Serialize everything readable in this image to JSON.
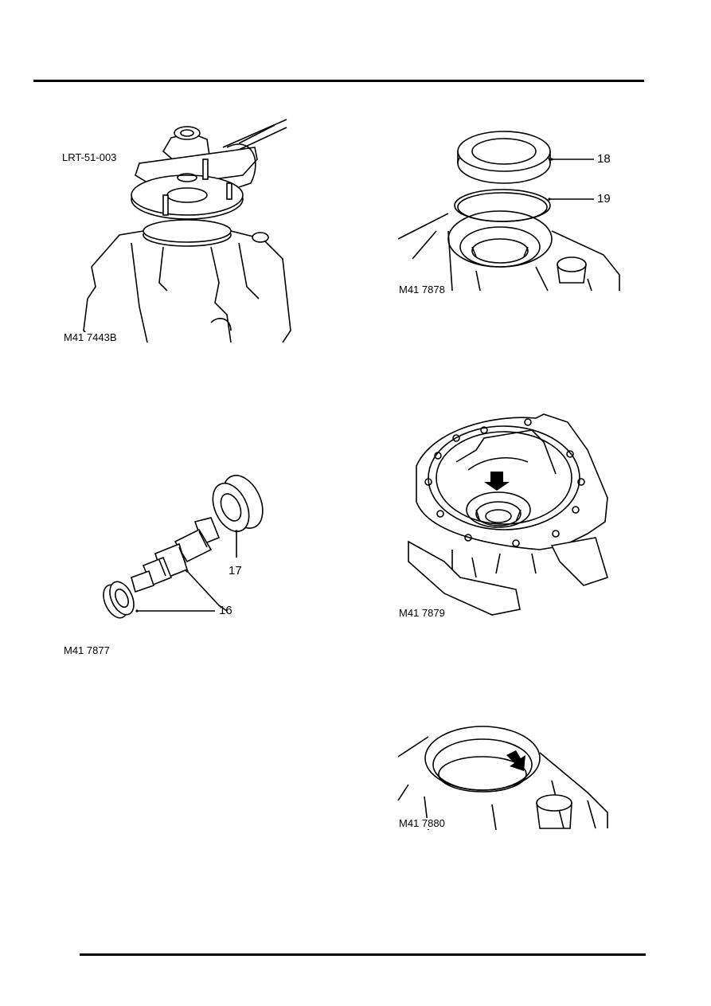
{
  "figures": [
    {
      "id": "fig-a",
      "caption": "M41 7443B",
      "callouts": [
        {
          "text": "LRT-51-003"
        }
      ]
    },
    {
      "id": "fig-b",
      "caption": "M41 7878",
      "callouts": [
        {
          "text": "18"
        },
        {
          "text": "19"
        }
      ]
    },
    {
      "id": "fig-c",
      "caption": "M41 7877",
      "callouts": [
        {
          "text": "17"
        },
        {
          "text": "16"
        }
      ]
    },
    {
      "id": "fig-d",
      "caption": "M41 7879",
      "callouts": []
    },
    {
      "id": "fig-e",
      "caption": "M41 7880",
      "callouts": []
    }
  ]
}
